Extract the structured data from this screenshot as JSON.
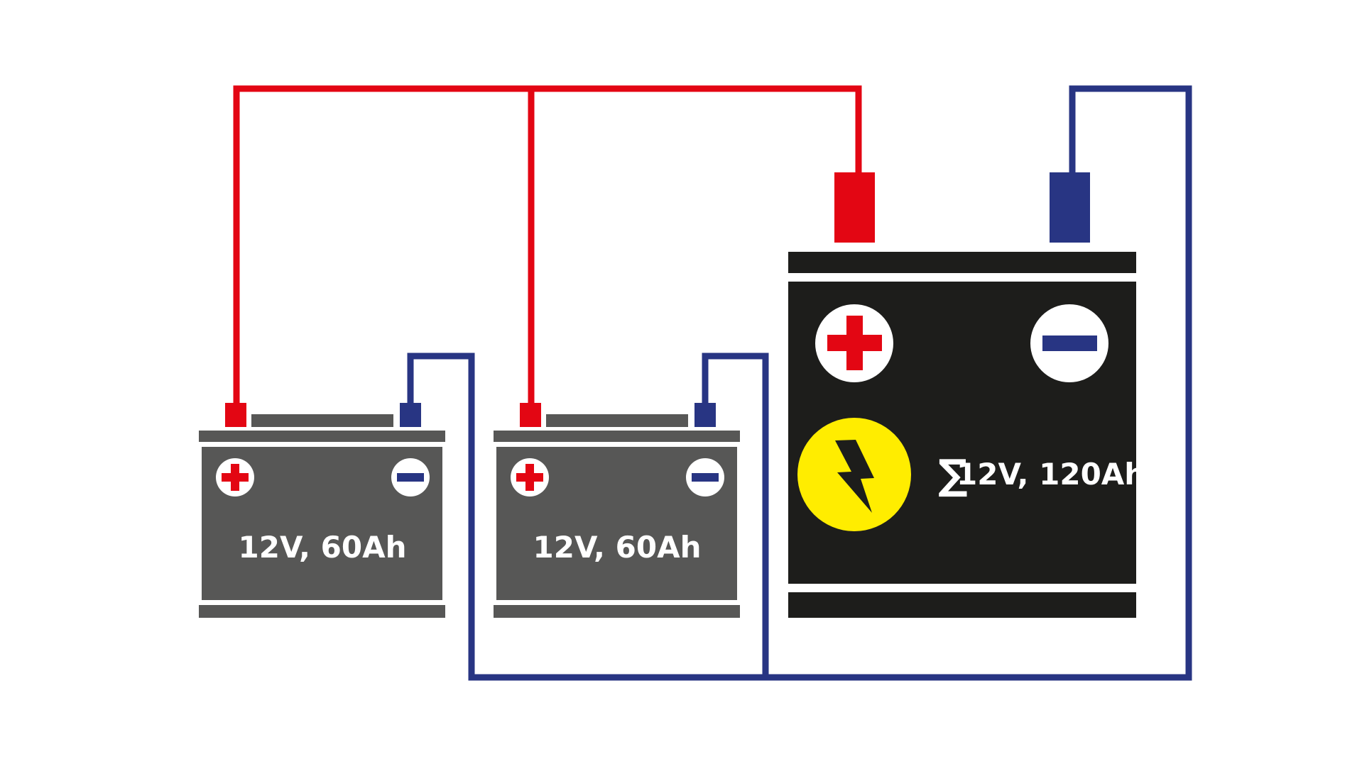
{
  "colors": {
    "positive": "#e30613",
    "negative": "#283583",
    "small_battery_body": "#575756",
    "combined_battery_body": "#1d1d1b",
    "bolt_circle": "#ffed00",
    "background": "#ffffff"
  },
  "batteries": [
    {
      "label": "12V, 60Ah"
    },
    {
      "label": "12V, 60Ah"
    }
  ],
  "combined": {
    "sum_symbol": "∑",
    "label": "12V, 120Ah",
    "icon": "lightning-bolt-icon"
  }
}
